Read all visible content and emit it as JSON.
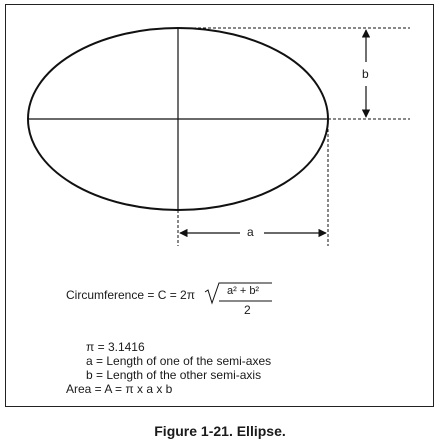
{
  "diagram": {
    "label_b": "b",
    "label_a": "a"
  },
  "formulas": {
    "circumference_prefix": "Circumference = C = 2π",
    "radicand": "a² + b²",
    "denominator": "2"
  },
  "legend": {
    "pi": "π  = 3.1416",
    "a_def": "a  = Length of one of the semi-axes",
    "b_def": "b  = Length of the other semi-axis",
    "area": "Area = A = π x a x b"
  },
  "caption": "Figure 1-21. Ellipse."
}
